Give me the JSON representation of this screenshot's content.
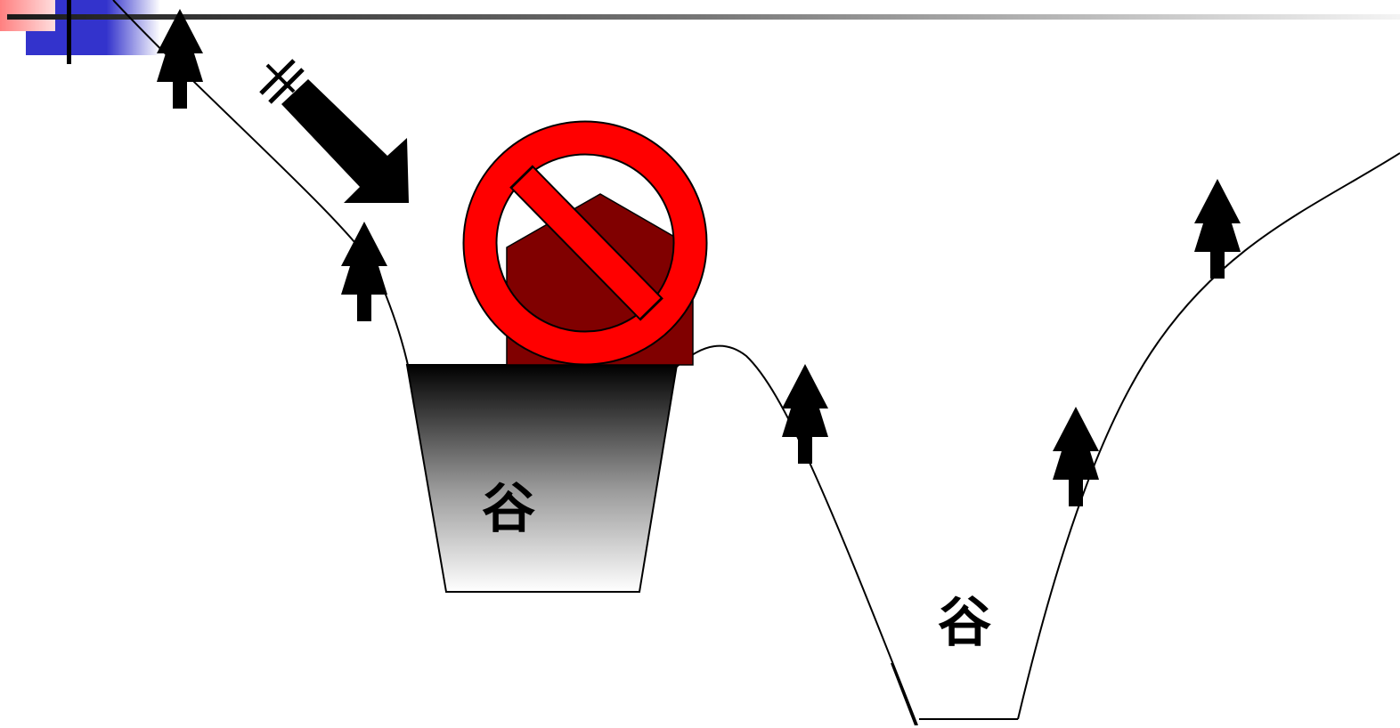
{
  "labels": {
    "valley_filled": "谷",
    "valley_natural": "谷"
  },
  "icons": {
    "prohibited": "no-entry-sign",
    "house": "house-icon",
    "tree": "conifer-tree-icon",
    "flow": "downhill-arrow-icon"
  },
  "colors": {
    "prohibit_red": "#ff0000",
    "house_brown": "#800000",
    "template_blue": "#3333cc",
    "template_pink": "#ff9999",
    "gradient_dark": "#000000",
    "gradient_light": "#ffffff"
  }
}
